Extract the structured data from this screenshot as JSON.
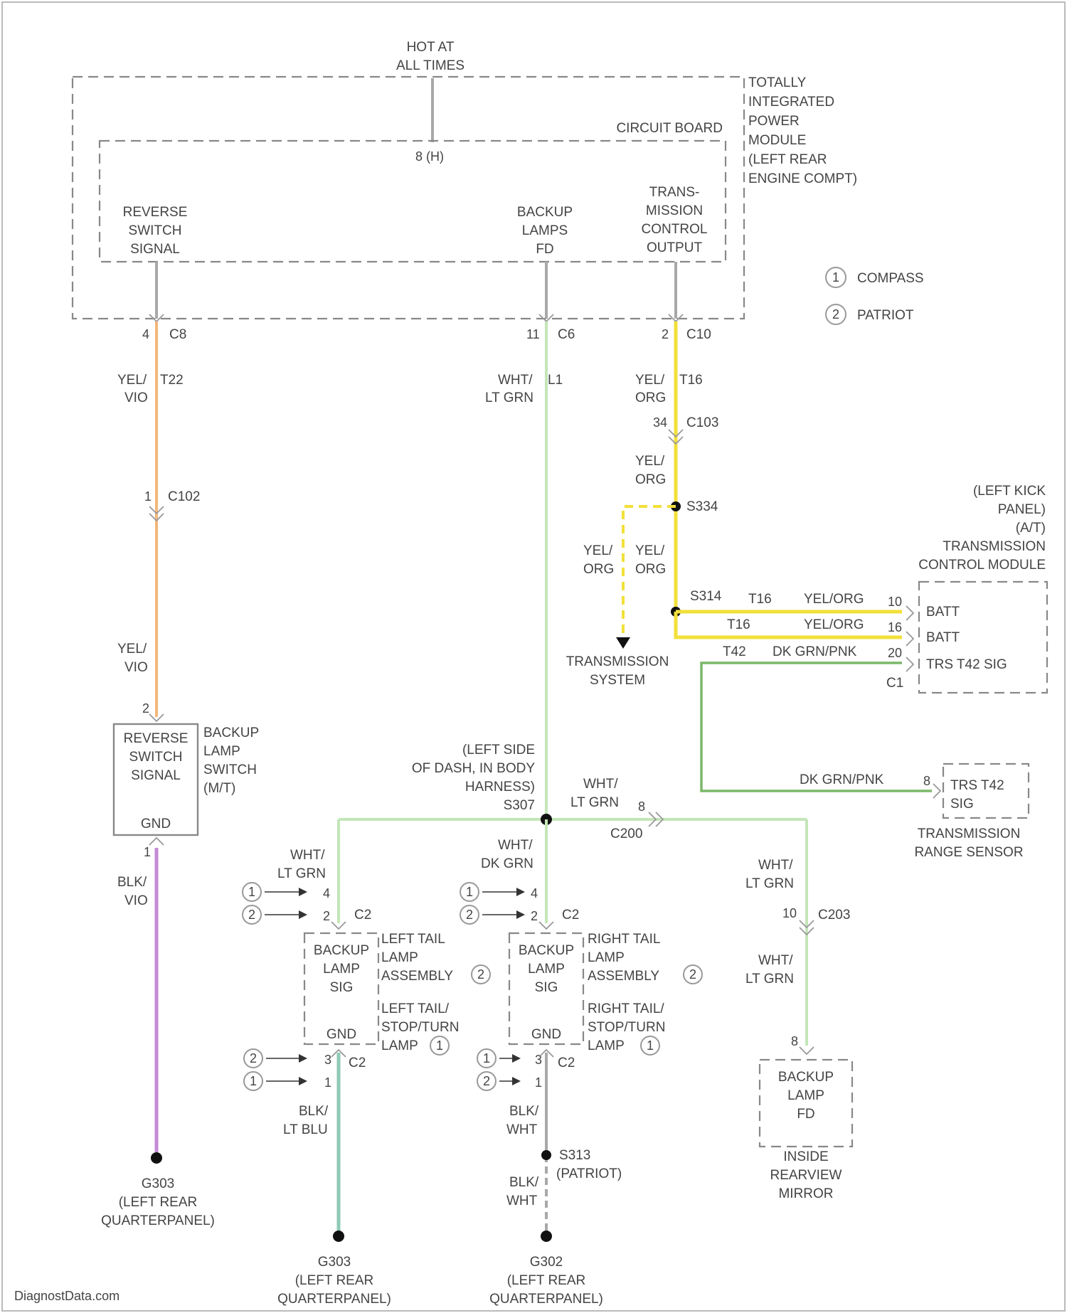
{
  "diagram": {
    "hot_label_1": "HOT AT",
    "hot_label_2": "ALL TIMES",
    "tipm": [
      "TOTALLY",
      "INTEGRATED",
      "POWER",
      "MODULE",
      "(LEFT REAR",
      "ENGINE COMPT)"
    ],
    "circuit_board": "CIRCUIT BOARD",
    "pin_top": "8 (H)",
    "reverse_switch": [
      "REVERSE",
      "SWITCH",
      "SIGNAL"
    ],
    "backup_lamps_fd": [
      "BACKUP",
      "LAMPS",
      "FD"
    ],
    "trans_control": [
      "TRANS-",
      "MISSION",
      "CONTROL",
      "OUTPUT"
    ],
    "legend": [
      {
        "num": "1",
        "text": "COMPASS"
      },
      {
        "num": "2",
        "text": "PATRIOT"
      }
    ],
    "c8_pin": "4",
    "c8": "C8",
    "c6_pin": "11",
    "c6": "C6",
    "c10_pin": "2",
    "c10": "C10",
    "wire_t22": [
      "YEL/",
      "VIO"
    ],
    "t22": "T22",
    "wire_l1": [
      "WHT/",
      "LT GRN"
    ],
    "l1": "L1",
    "wire_t16a": [
      "YEL/",
      "ORG"
    ],
    "t16a": "T16",
    "c103_pin": "34",
    "c103": "C103",
    "wire_org2": [
      "YEL/",
      "ORG"
    ],
    "s334": "S334",
    "c102_pin": "1",
    "c102": "C102",
    "wire_yel_l": [
      "YEL/",
      "ORG"
    ],
    "wire_yel_r": [
      "YEL/",
      "ORG"
    ],
    "trans_system": [
      "TRANSMISSION",
      "SYSTEM"
    ],
    "s314": "S314",
    "t16b": "T16",
    "t16c": "T16",
    "t42": "T42",
    "wire_yo1": "YEL/ORG",
    "wire_yo2": "YEL/ORG",
    "wire_dgp1": "DK GRN/PNK",
    "tcm_title": [
      "(LEFT KICK",
      "PANEL)",
      "(A/T)",
      "TRANSMISSION",
      "CONTROL MODULE"
    ],
    "tcm_pins": [
      "10",
      "16",
      "20"
    ],
    "tcm_batt1": "BATT",
    "tcm_batt2": "BATT",
    "tcm_trs": "TRS T42 SIG",
    "tcm_c1": "C1",
    "wire_vio2": [
      "YEL/",
      "VIO"
    ],
    "switch_pin": "2",
    "switch_box": [
      "REVERSE",
      "SWITCH",
      "SIGNAL"
    ],
    "switch_gnd": "GND",
    "switch_pin2": "1",
    "switch_name": [
      "BACKUP",
      "LAMP",
      "SWITCH",
      "(M/T)"
    ],
    "s307_lbl": [
      "(LEFT SIDE",
      "OF DASH, IN BODY",
      "HARNESS)",
      "S307"
    ],
    "wire_c200": [
      "WHT/",
      "LT GRN"
    ],
    "c200_pin": "8",
    "c200": "C200",
    "wire_dgp2": "DK GRN/PNK",
    "trs_pin": "8",
    "trs_box": [
      "TRS T42",
      "SIG"
    ],
    "trs_name": [
      "TRANSMISSION",
      "RANGE SENSOR"
    ],
    "wire_blk_vio": [
      "BLK/",
      "VIO"
    ],
    "g303a": [
      "G303",
      "(LEFT REAR",
      "QUARTERPANEL)"
    ],
    "wire_left_lamp": [
      "WHT/",
      "LT GRN"
    ],
    "wire_right_lamp": [
      "WHT/",
      "DK GRN"
    ],
    "wire_mirror1": [
      "WHT/",
      "LT GRN"
    ],
    "c203_pin": "10",
    "c203": "C203",
    "wire_mirror2": [
      "WHT/",
      "LT GRN"
    ],
    "ll_pins": [
      "4",
      "2"
    ],
    "ll_c2": "C2",
    "rl_pins": [
      "4",
      "2"
    ],
    "rl_c2": "C2",
    "ll_box": [
      "BACKUP",
      "LAMP",
      "SIG"
    ],
    "ll_gnd": "GND",
    "rl_box": [
      "BACKUP",
      "LAMP",
      "SIG"
    ],
    "rl_gnd": "GND",
    "ll_name1": [
      "LEFT TAIL",
      "LAMP",
      "ASSEMBLY"
    ],
    "ll_name2": [
      "LEFT TAIL/",
      "STOP/TURN",
      "LAMP"
    ],
    "rl_name1": [
      "RIGHT TAIL",
      "LAMP",
      "ASSEMBLY"
    ],
    "rl_name2": [
      "RIGHT TAIL/",
      "STOP/TURN",
      "LAMP"
    ],
    "ll_gpins": [
      "3",
      "1"
    ],
    "ll_gc2": "C2",
    "rl_gpins": [
      "3",
      "1"
    ],
    "rl_gc2": "C2",
    "wire_blk_ltblu": [
      "BLK/",
      "LT BLU"
    ],
    "wire_blk_wht1": [
      "BLK/",
      "WHT"
    ],
    "s313": [
      "S313",
      "(PATRIOT)"
    ],
    "wire_blk_wht2": [
      "BLK/",
      "WHT"
    ],
    "mirror_pin": "8",
    "mirror_box": [
      "BACKUP",
      "LAMP",
      "FD"
    ],
    "mirror_name": [
      "INSIDE",
      "REARVIEW",
      "MIRROR"
    ],
    "g303b": [
      "G303",
      "(LEFT REAR",
      "QUARTERPANEL)"
    ],
    "g302": [
      "G302",
      "(LEFT REAR",
      "QUARTERPANEL)"
    ],
    "watermark": "DiagnostData.com"
  }
}
